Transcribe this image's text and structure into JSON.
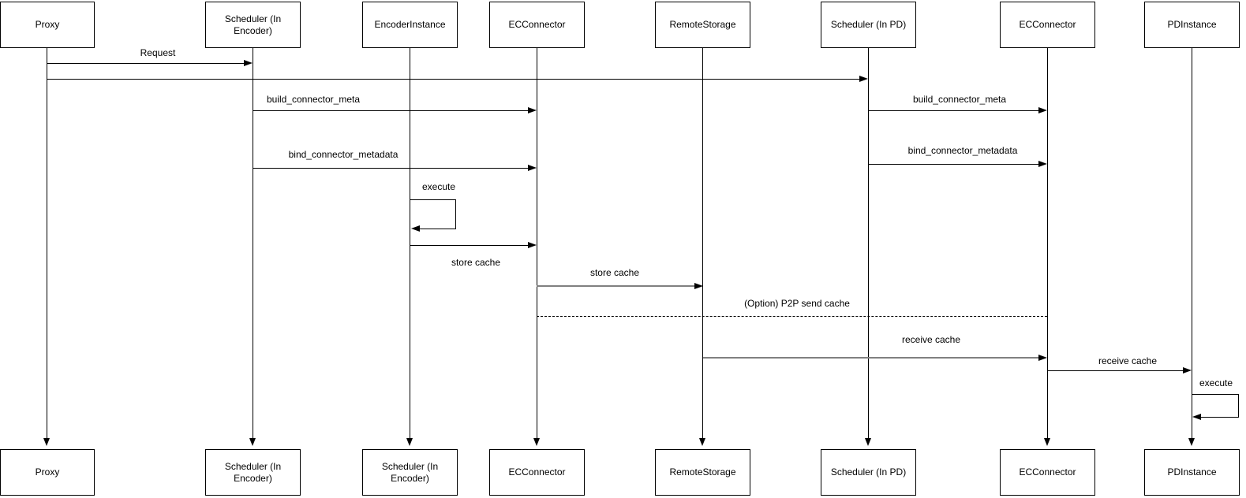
{
  "diagram_type": "sequence-diagram",
  "colors": {
    "stroke": "#000000",
    "muted_stroke": "#808080",
    "background": "#ffffff",
    "text": "#000000"
  },
  "actors": {
    "top": [
      "Proxy",
      "Scheduler (In Encoder)",
      "EncoderInstance",
      "ECConnector",
      "RemoteStorage",
      "Scheduler (In PD)",
      "ECConnector",
      "PDInstance"
    ],
    "bottom": [
      "Proxy",
      "Scheduler (In Encoder)",
      "Scheduler (In Encoder)",
      "ECConnector",
      "RemoteStorage",
      "Scheduler (In PD)",
      "ECConnector",
      "PDInstance"
    ]
  },
  "messages": [
    {
      "label": "Request",
      "from": "Proxy",
      "to": "Scheduler (In Encoder)",
      "style": "solid"
    },
    {
      "label": "",
      "from": "Proxy",
      "to": "Scheduler (In PD)",
      "style": "solid"
    },
    {
      "label": "build_connector_meta",
      "from": "Scheduler (In Encoder)",
      "to": "ECConnector",
      "style": "solid"
    },
    {
      "label": "build_connector_meta",
      "from": "Scheduler (In PD)",
      "to": "ECConnector",
      "style": "solid"
    },
    {
      "label": "bind_connector_metadata",
      "from": "Scheduler (In Encoder)",
      "to": "ECConnector",
      "style": "solid"
    },
    {
      "label": "bind_connector_metadata",
      "from": "Scheduler (In PD)",
      "to": "ECConnector",
      "style": "solid"
    },
    {
      "label": "execute",
      "from": "EncoderInstance",
      "to": "EncoderInstance",
      "style": "self"
    },
    {
      "label": "store cache",
      "from": "EncoderInstance",
      "to": "ECConnector",
      "style": "solid"
    },
    {
      "label": "store cache",
      "from": "ECConnector",
      "to": "RemoteStorage",
      "style": "solid-gray"
    },
    {
      "label": "(Option) P2P send cache",
      "from": "ECConnector",
      "to": "ECConnector",
      "style": "dashed"
    },
    {
      "label": "receive cache",
      "from": "RemoteStorage",
      "to": "ECConnector",
      "style": "solid-gray"
    },
    {
      "label": "receive cache",
      "from": "ECConnector",
      "to": "PDInstance",
      "style": "solid"
    },
    {
      "label": "execute",
      "from": "PDInstance",
      "to": "PDInstance",
      "style": "self"
    }
  ]
}
